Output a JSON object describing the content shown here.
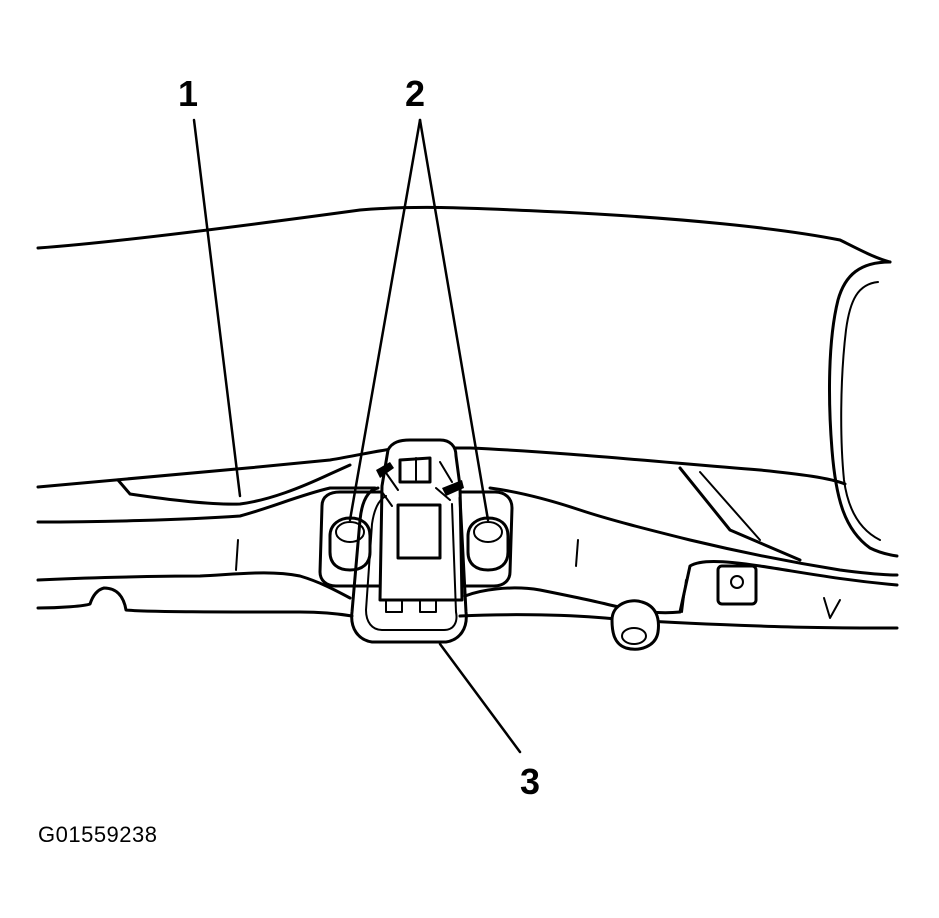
{
  "callouts": {
    "one": "1",
    "two": "2",
    "three": "3"
  },
  "figure_id": "G01559238",
  "colors": {
    "line": "#000000",
    "background": "#ffffff"
  }
}
